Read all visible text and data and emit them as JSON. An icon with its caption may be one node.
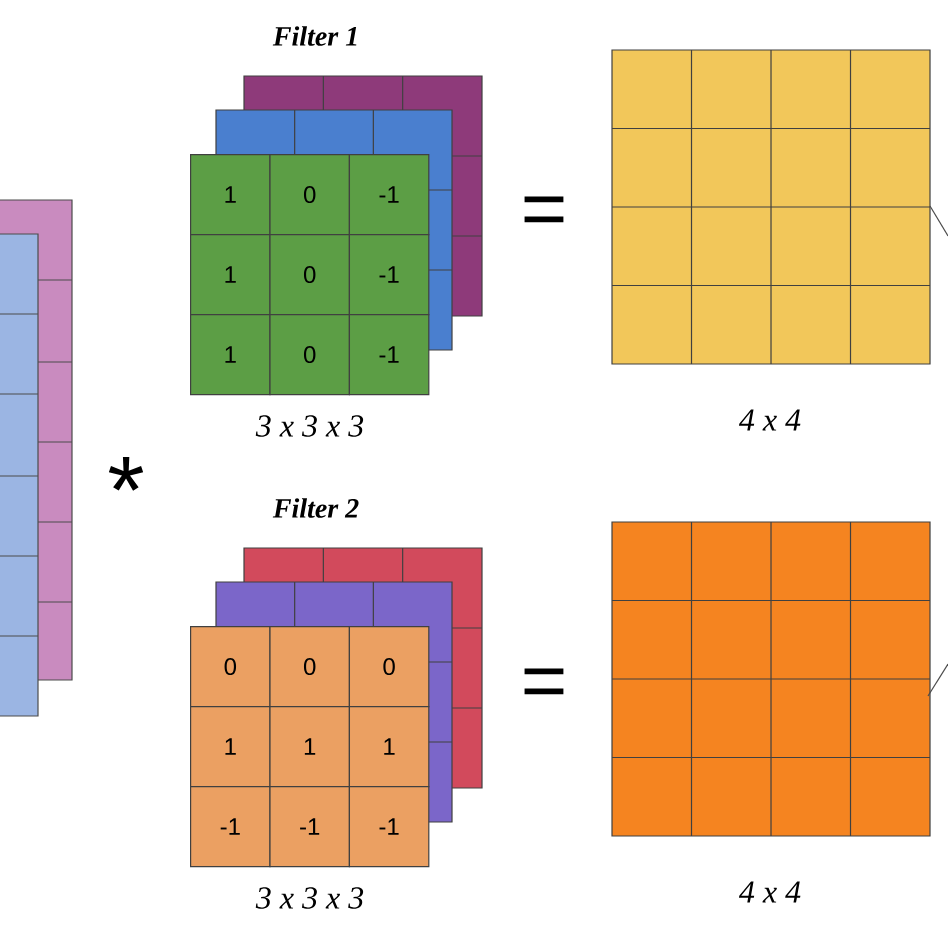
{
  "diagram": {
    "labels": [
      "Filter 1",
      "1",
      "0",
      "-1",
      "1",
      "0",
      "-1",
      "1",
      "0",
      "-1",
      "=",
      "3 x 3 x 3",
      "4 x 4",
      "*",
      "Filter 2",
      "0",
      "0",
      "0",
      "1",
      "1",
      "1",
      "-1",
      "-1",
      "-1",
      "=",
      "3 x 3 x 3",
      "4 x 4"
    ]
  }
}
